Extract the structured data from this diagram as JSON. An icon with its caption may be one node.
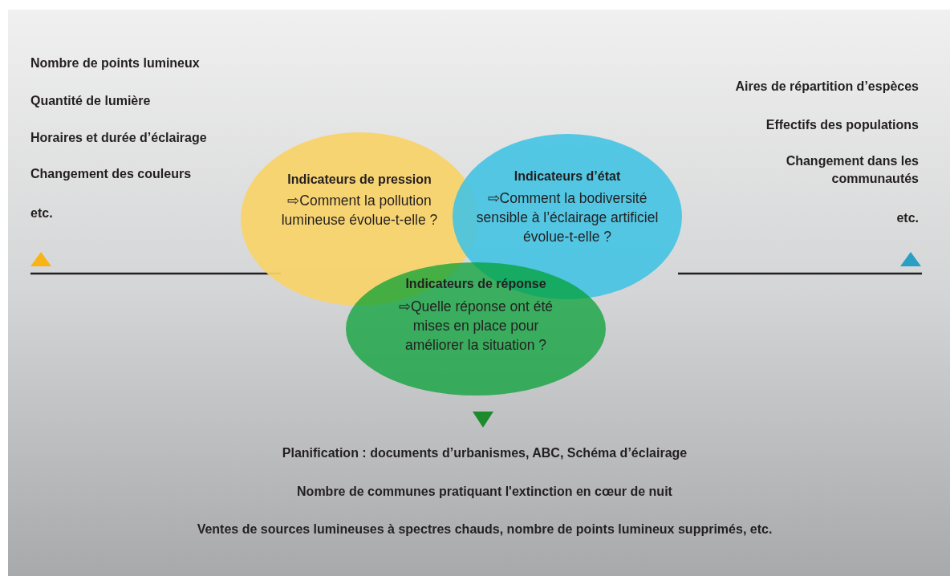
{
  "diagram": {
    "nodes": [
      {
        "text": [
          "Indicateurs de pression",
          "⇨Comment la pollution lumineuse évolue-t-elle ?"
        ]
      },
      {
        "text": [
          "Indicateurs d’état",
          "⇨Comment la bodiversité sensible à l’éclairage artificiel évolue-t-elle ?"
        ]
      },
      {
        "text": [
          "Indicateurs de réponse",
          "⇨Quelle réponse ont été mises en place pour améliorer la situation ?"
        ]
      }
    ],
    "labels": [
      "Nombre de points lumineux",
      "Quantité de lumière",
      "Horaires et durée d’éclairage",
      "Changement des couleurs",
      "etc.",
      "Aires de répartition d’espèces",
      "Effectifs des populations",
      "Changement dans les communautés",
      "etc.",
      "Planification : documents d’urbanismes, ABC, Schéma d’éclairage",
      "Nombre de communes pratiquant l'extinction en cœur de nuit",
      "Ventes de sources lumineuses à spectres chauds, nombre de points lumineux supprimés, etc."
    ]
  }
}
